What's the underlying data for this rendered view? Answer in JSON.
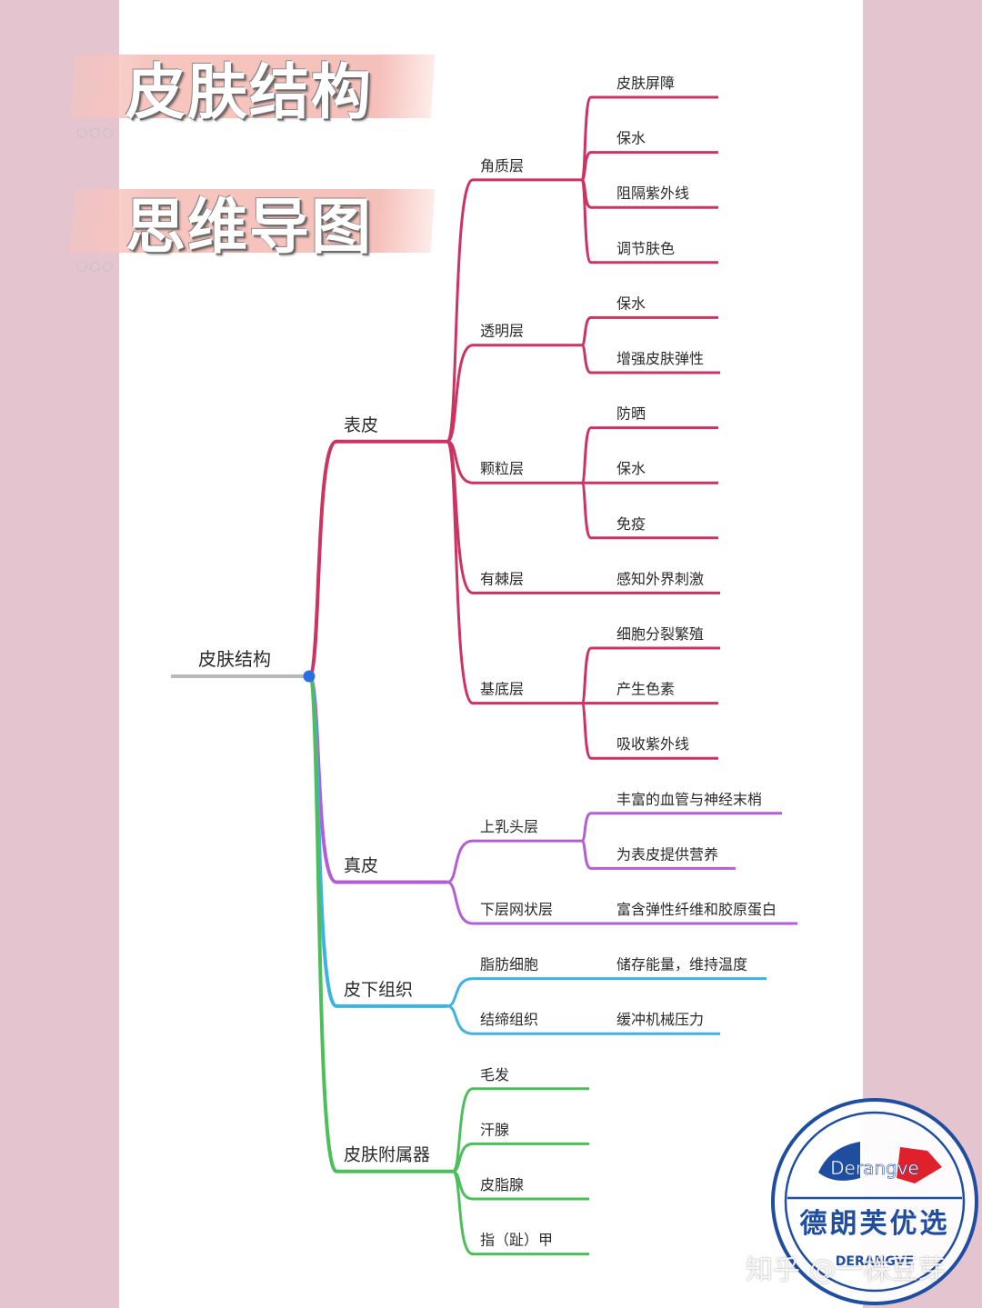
{
  "title": {
    "line1": "皮肤结构",
    "line2": "思维导图",
    "dots": "○○○"
  },
  "colors": {
    "epidermis": "#cc3363",
    "dermis": "#b45ed6",
    "subcutis": "#3fb2e2",
    "appendages": "#4dbf5a",
    "root_line": "#b8b8b8",
    "root_dot": "#2a6fe0"
  },
  "mindmap": {
    "root": "皮肤结构",
    "branches": [
      {
        "label": "表皮",
        "color_key": "epidermis",
        "children": [
          {
            "label": "角质层",
            "leaves": [
              "皮肤屏障",
              "保水",
              "阻隔紫外线",
              "调节肤色"
            ]
          },
          {
            "label": "透明层",
            "leaves": [
              "保水",
              "增强皮肤弹性"
            ]
          },
          {
            "label": "颗粒层",
            "leaves": [
              "防晒",
              "保水",
              "免疫"
            ]
          },
          {
            "label": "有棘层",
            "leaves": [
              "感知外界刺激"
            ]
          },
          {
            "label": "基底层",
            "leaves": [
              "细胞分裂繁殖",
              "产生色素",
              "吸收紫外线"
            ]
          }
        ]
      },
      {
        "label": "真皮",
        "color_key": "dermis",
        "children": [
          {
            "label": "上乳头层",
            "leaves": [
              "丰富的血管与神经末梢",
              "为表皮提供营养"
            ]
          },
          {
            "label": "下层网状层",
            "leaves": [
              "富含弹性纤维和胶原蛋白"
            ]
          }
        ]
      },
      {
        "label": "皮下组织",
        "color_key": "subcutis",
        "children": [
          {
            "label": "脂肪细胞",
            "leaves": [
              "储存能量，维持温度"
            ]
          },
          {
            "label": "结缔组织",
            "leaves": [
              "缓冲机械压力"
            ]
          }
        ]
      },
      {
        "label": "皮肤附属器",
        "color_key": "appendages",
        "children": [
          {
            "label": "毛发",
            "leaves": []
          },
          {
            "label": "汗腺",
            "leaves": []
          },
          {
            "label": "皮脂腺",
            "leaves": []
          },
          {
            "label": "指（趾）甲",
            "leaves": []
          }
        ]
      }
    ]
  },
  "seal": {
    "brand_en": "Derangve",
    "brand_cn": "德朗芙优选",
    "ring_text": "DERANGVE",
    "colors": {
      "ring": "#1f4ea0",
      "accent": "#e0202a"
    }
  },
  "watermark": "知乎 @一株豆芽"
}
